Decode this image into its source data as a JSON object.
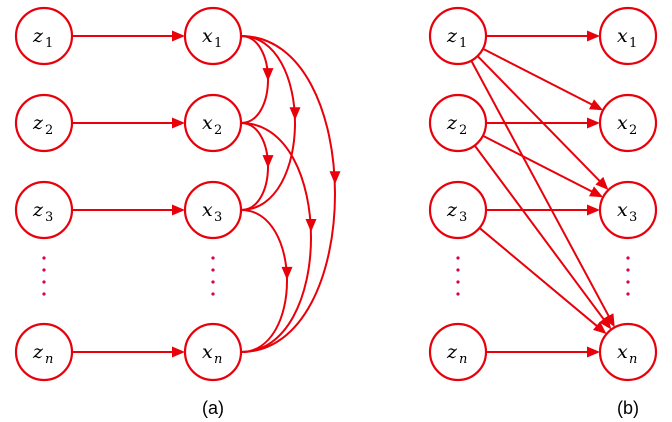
{
  "panels": [
    {
      "caption": "(a)",
      "latent_nodes": [
        [
          "z",
          "1"
        ],
        [
          "z",
          "2"
        ],
        [
          "z",
          "3"
        ],
        [
          "z",
          "n"
        ]
      ],
      "observed_nodes": [
        [
          "x",
          "1"
        ],
        [
          "x",
          "2"
        ],
        [
          "x",
          "3"
        ],
        [
          "x",
          "n"
        ]
      ]
    },
    {
      "caption": "(b)",
      "latent_nodes": [
        [
          "z",
          "1"
        ],
        [
          "z",
          "2"
        ],
        [
          "z",
          "3"
        ],
        [
          "z",
          "n"
        ]
      ],
      "observed_nodes": [
        [
          "x",
          "1"
        ],
        [
          "x",
          "2"
        ],
        [
          "x",
          "3"
        ],
        [
          "x",
          "n"
        ]
      ]
    }
  ],
  "panel_a_edges": {
    "straight": [
      [
        0,
        0
      ],
      [
        1,
        1
      ],
      [
        2,
        2
      ],
      [
        3,
        3
      ]
    ],
    "curved": [
      [
        0,
        1
      ],
      [
        0,
        2
      ],
      [
        0,
        3
      ],
      [
        1,
        2
      ],
      [
        1,
        3
      ],
      [
        2,
        3
      ]
    ]
  },
  "panel_b_edges": [
    [
      0,
      0
    ],
    [
      0,
      1
    ],
    [
      0,
      2
    ],
    [
      0,
      3
    ],
    [
      1,
      1
    ],
    [
      1,
      2
    ],
    [
      1,
      3
    ],
    [
      2,
      2
    ],
    [
      2,
      3
    ],
    [
      3,
      3
    ]
  ],
  "colors": {
    "edge": "#e8000b",
    "dots": "#d9004f"
  }
}
